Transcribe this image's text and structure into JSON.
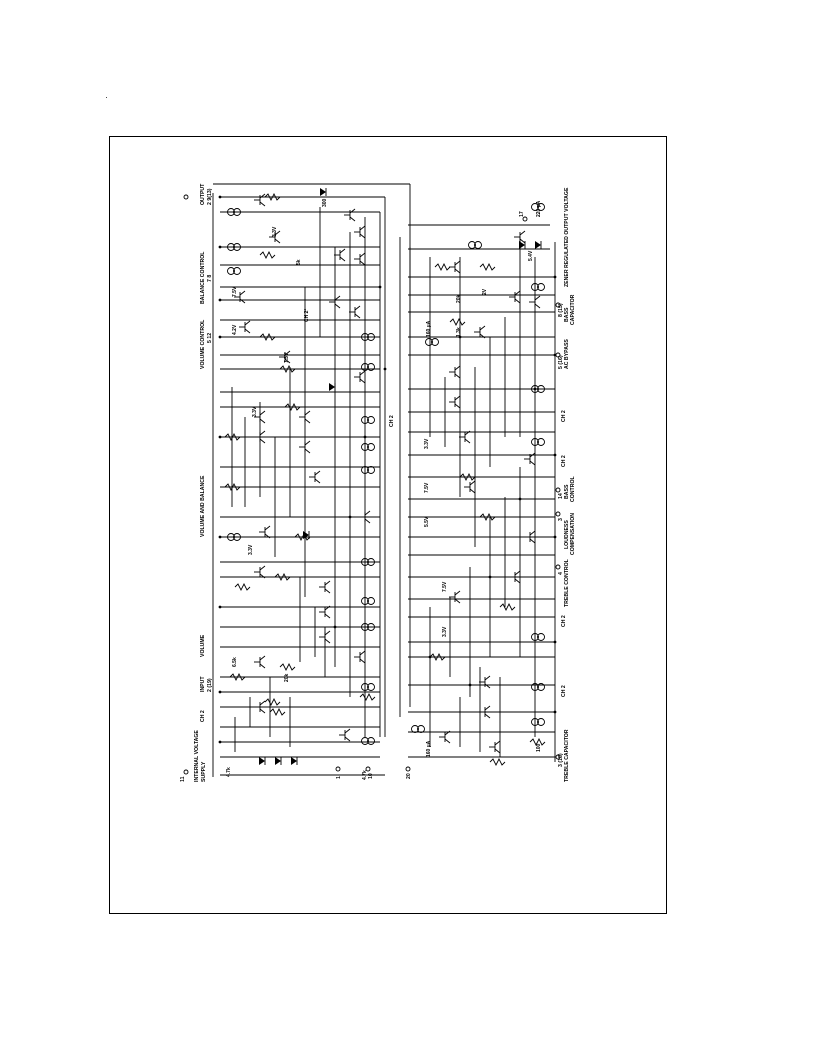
{
  "labels": {
    "output": "OUTPUT",
    "output_pin": "2 9(13)",
    "balance_control": "BALANCE CONTROL",
    "balance_pin": "7 8",
    "volume_control": "VOLUME CONTROL",
    "volume_control_pin": "5 12",
    "volume_and_balance": "VOLUME AND BALANCE",
    "volume": "VOLUME",
    "input": "INPUT",
    "input_pin": "2 (19)",
    "ch2": "CH 2",
    "internal_supply": "INTERNAL VOLTAGE",
    "internal_supply2": "SUPPLY",
    "supply_pin": "11",
    "pin1": "1",
    "pin10": "10",
    "pin20": "20",
    "zener": "ZENER REGULATED OUTPUT VOLTAGE",
    "bass_capacitor": "BASS",
    "bass_capacitor2": "CAPACITOR",
    "bass_cap_pin": "8 (15)",
    "ac_bypass": "AC BYPASS",
    "ac_bypass_pin": "5 (16)",
    "bass_control": "BASS",
    "bass_control2": "CONTROL",
    "bass_control_pin": "14",
    "loudness": "LOUDNESS",
    "loudness2": "COMPENSATION",
    "loudness_pin": "3",
    "treble_control": "TREBLE CONTROL",
    "treble_control_pin": "4",
    "treble_capacitor": "TREBLE CAPACITOR",
    "treble_cap_pin": "3 (18)",
    "pin17": "17"
  },
  "values": {
    "r300": "300",
    "v33a": "3.3V",
    "r5k": "5k",
    "v75a": "7.5V",
    "ch2star": "CH 2*",
    "v42": "4.2V",
    "v75b": "7.5V",
    "v33b": "3.3V",
    "v33c": "3.3V",
    "r65k": "6.5k",
    "r20k": "20k",
    "r47k_a": "4.7k",
    "r47k_b": "4.7k",
    "i220": "220 µA",
    "v54": "5.4V",
    "r20k_b": "20k",
    "v2": "2V",
    "i160": "160 µA",
    "r13k": "1.3k",
    "v33d": "3.3V",
    "v75c": "7.5V",
    "v55": "5.5V",
    "v75d": "7.5V",
    "v33e": "3.3V",
    "i160b": "160 µA",
    "r100": "100"
  }
}
